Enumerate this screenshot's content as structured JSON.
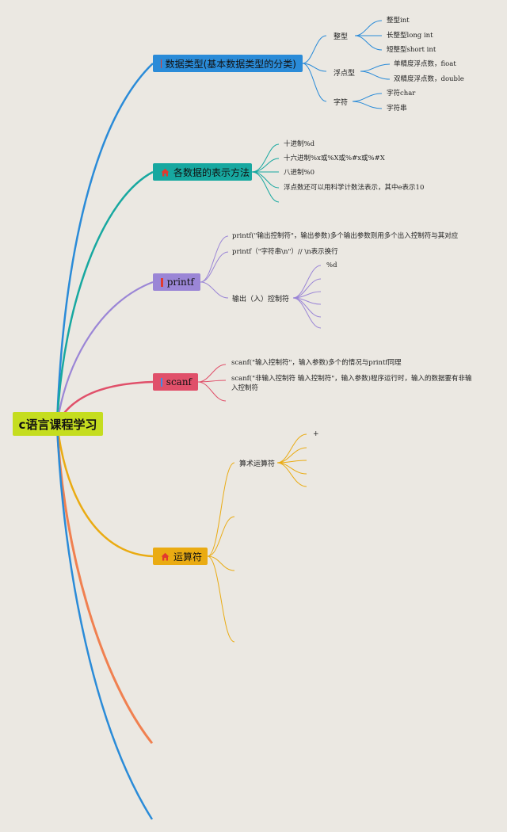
{
  "root": "c语言课程学习",
  "branches": {
    "b1": {
      "label": "数据类型(基本数据类型的分类)",
      "color": "#2a8bd8",
      "subs": {
        "s1": {
          "label": "整型",
          "leaves": [
            "整型int",
            "长整型long int",
            "短整型short int"
          ]
        },
        "s2": {
          "label": "浮点型",
          "leaves": [
            "单精度浮点数，fioat",
            "双精度浮点数，double"
          ]
        },
        "s3": {
          "label": "字符",
          "leaves": [
            "字符char",
            "字符串"
          ]
        }
      }
    },
    "b2": {
      "label": "各数据的表示方法",
      "color": "#17a8a0",
      "leaves": [
        "十进制%d",
        "十六进制%x或%X或%#x或%#X",
        "八进制%0",
        "浮点数还可以用科学计数法表示，其中e表示10"
      ]
    },
    "b3": {
      "label": "printf",
      "color": "#9b86d6",
      "leaves": [
        "printf(\"输出控制符\"，输出参数)多个输出参数则用多个出入控制符与其对应",
        "printf（\"字符串\\n\"）// \\n表示换行"
      ],
      "sub": {
        "label": "输出（入）控制符",
        "leaves": [
          "%d"
        ]
      }
    },
    "b4": {
      "label": "scanf",
      "color": "#e0506a",
      "leaves": [
        "scanf(\"输入控制符\"，输入参数)多个的情况与printf同理",
        "scanf(\"非输入控制符 输入控制符\"，输入参数)程序运行时，输入的数据要有非输",
        "入控制符"
      ]
    },
    "b5": {
      "label": "运算符",
      "color": "#eaab12",
      "sub": {
        "label": "算术运算符",
        "leaves": [
          "+"
        ]
      }
    }
  },
  "colors": {
    "orange_branch": "#f08050",
    "blue_branch": "#2a8bd8",
    "root_bg": "#c5dd1f"
  },
  "icons": [
    "flag-icon",
    "home-icon",
    "flag-icon",
    "square-icon",
    "home-icon"
  ]
}
